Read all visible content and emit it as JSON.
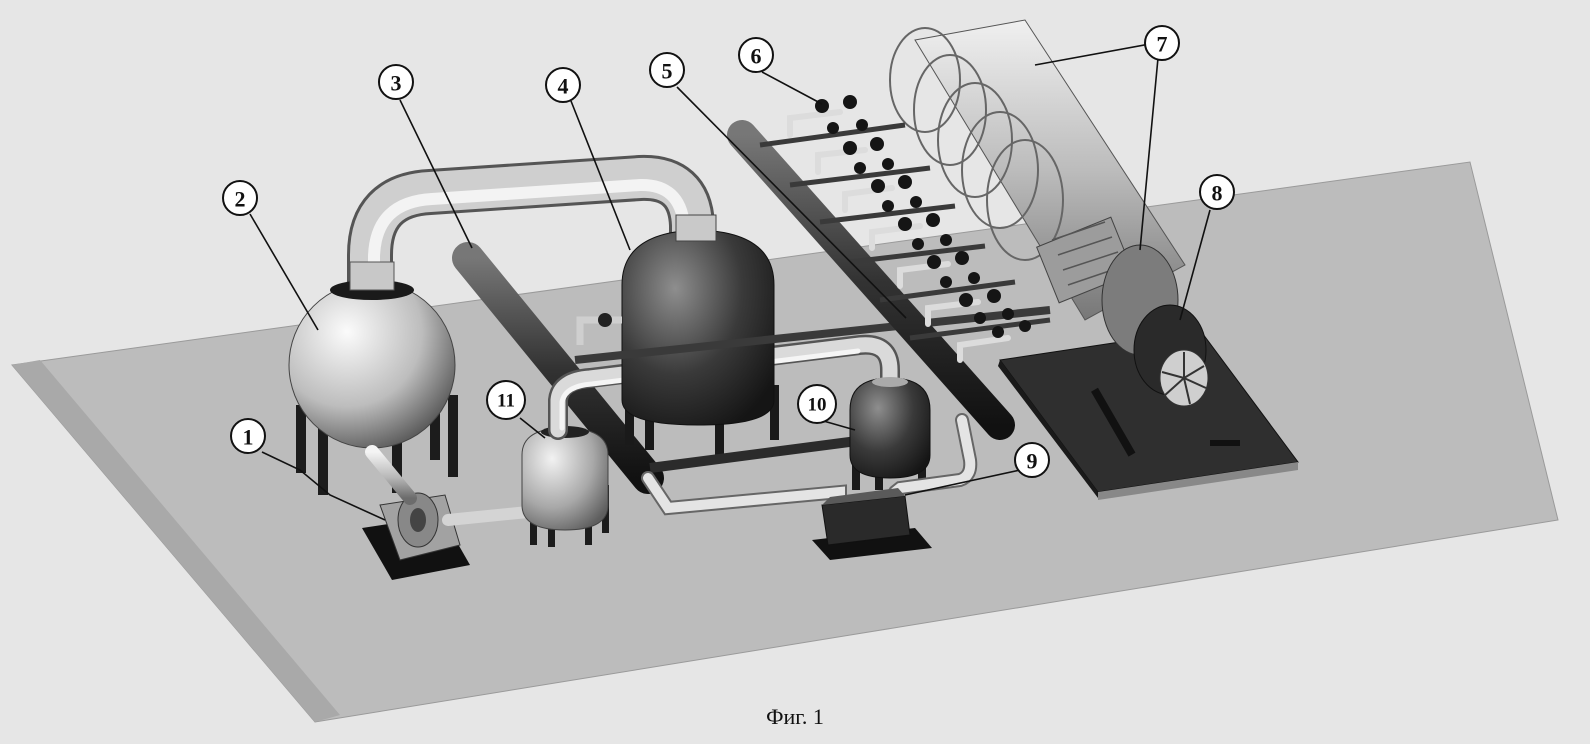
{
  "figure": {
    "caption": "Фиг. 1"
  },
  "callouts": [
    {
      "id": "c1",
      "label": "1"
    },
    {
      "id": "c2",
      "label": "2"
    },
    {
      "id": "c3",
      "label": "3"
    },
    {
      "id": "c4",
      "label": "4"
    },
    {
      "id": "c5",
      "label": "5"
    },
    {
      "id": "c6",
      "label": "6"
    },
    {
      "id": "c7",
      "label": "7"
    },
    {
      "id": "c8",
      "label": "8"
    },
    {
      "id": "c9",
      "label": "9"
    },
    {
      "id": "c10",
      "label": "10"
    },
    {
      "id": "c11",
      "label": "11"
    }
  ]
}
